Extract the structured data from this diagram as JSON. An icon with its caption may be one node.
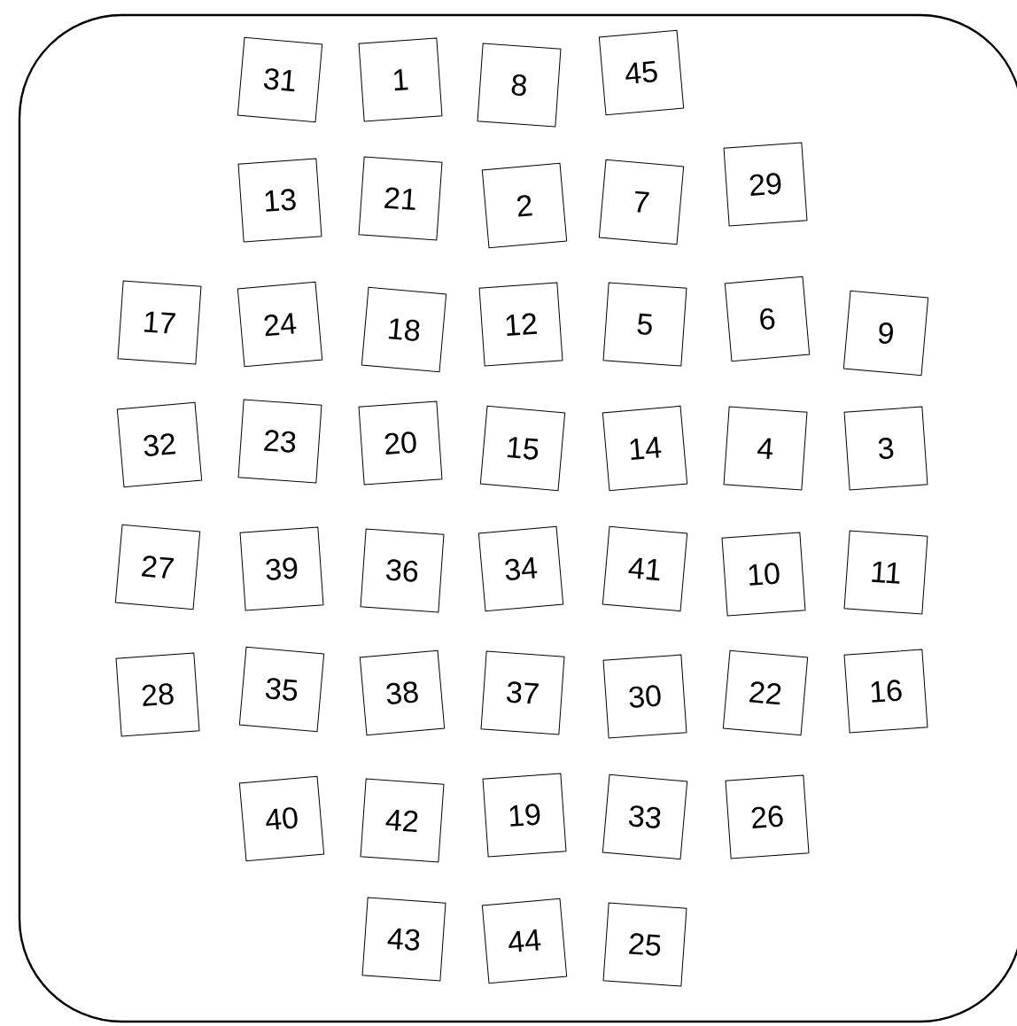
{
  "diagram": {
    "nodes": [
      {
        "text": [],
        "shape": "box"
      },
      {
        "text": [
          "31"
        ],
        "in": 0
      },
      {
        "text": [
          "1"
        ],
        "in": 0
      },
      {
        "text": [
          "8"
        ],
        "in": 0
      },
      {
        "text": [
          "45"
        ],
        "in": 0
      },
      {
        "text": [
          "13"
        ],
        "in": 0
      },
      {
        "text": [
          "21"
        ],
        "in": 0
      },
      {
        "text": [
          "2"
        ],
        "in": 0
      },
      {
        "text": [
          "7"
        ],
        "in": 0
      },
      {
        "text": [
          "29"
        ],
        "in": 0
      },
      {
        "text": [
          "17"
        ],
        "in": 0
      },
      {
        "text": [
          "24"
        ],
        "in": 0
      },
      {
        "text": [
          "18"
        ],
        "in": 0
      },
      {
        "text": [
          "12"
        ],
        "in": 0
      },
      {
        "text": [
          "5"
        ],
        "in": 0
      },
      {
        "text": [
          "6"
        ],
        "in": 0
      },
      {
        "text": [
          "9"
        ],
        "in": 0
      },
      {
        "text": [
          "32"
        ],
        "in": 0
      },
      {
        "text": [
          "23"
        ],
        "in": 0
      },
      {
        "text": [
          "20"
        ],
        "in": 0
      },
      {
        "text": [
          "15"
        ],
        "in": 0
      },
      {
        "text": [
          "14"
        ],
        "in": 0
      },
      {
        "text": [
          "4"
        ],
        "in": 0
      },
      {
        "text": [
          "3"
        ],
        "in": 0
      },
      {
        "text": [
          "27"
        ],
        "in": 0
      },
      {
        "text": [
          "39"
        ],
        "in": 0
      },
      {
        "text": [
          "36"
        ],
        "in": 0
      },
      {
        "text": [
          "34"
        ],
        "in": 0
      },
      {
        "text": [
          "41"
        ],
        "in": 0
      },
      {
        "text": [
          "10"
        ],
        "in": 0
      },
      {
        "text": [
          "11"
        ],
        "in": 0
      },
      {
        "text": [
          "28"
        ],
        "in": 0
      },
      {
        "text": [
          "35"
        ],
        "in": 0
      },
      {
        "text": [
          "38"
        ],
        "in": 0
      },
      {
        "text": [
          "37"
        ],
        "in": 0
      },
      {
        "text": [
          "30"
        ],
        "in": 0
      },
      {
        "text": [
          "22"
        ],
        "in": 0
      },
      {
        "text": [
          "16"
        ],
        "in": 0
      },
      {
        "text": [
          "40"
        ],
        "in": 0
      },
      {
        "text": [
          "42"
        ],
        "in": 0
      },
      {
        "text": [
          "19"
        ],
        "in": 0
      },
      {
        "text": [
          "33"
        ],
        "in": 0
      },
      {
        "text": [
          "26"
        ],
        "in": 0
      },
      {
        "text": [
          "43"
        ],
        "in": 0
      },
      {
        "text": [
          "44"
        ],
        "in": 0
      },
      {
        "text": [
          "25"
        ],
        "in": 0
      }
    ]
  }
}
